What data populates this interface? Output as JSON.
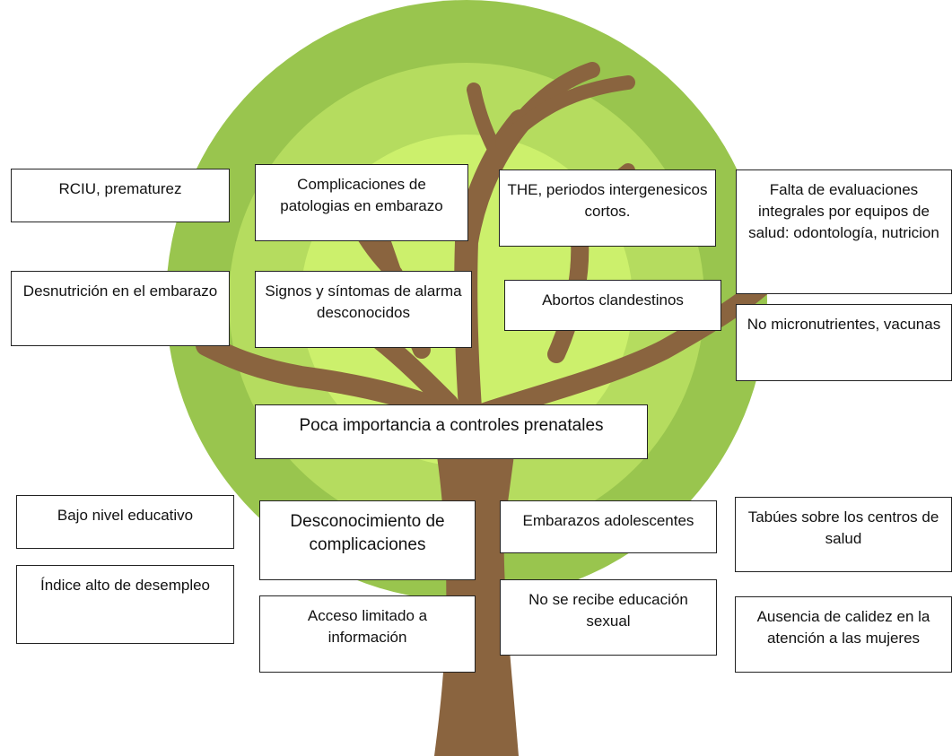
{
  "colors": {
    "outer_canopy": "#99c54e",
    "middle_canopy": "#b5dc5f",
    "inner_canopy": "#ccf06c",
    "trunk": "#8a643f",
    "box_border": "#222222",
    "text": "#111111"
  },
  "problem_tree": {
    "effects": {
      "rciu": "RCIU, prematurez",
      "complicaciones_patologias": "Complicaciones de patologias en embarazo",
      "the_periodos": "THE, periodos intergenesicos cortos.",
      "falta_evaluaciones": "Falta de evaluaciones integrales por equipos de salud: odontología, nutricion",
      "desnutricion": "Desnutrición en el embarazo",
      "signos_sintomas": "Signos y síntomas de alarma desconocidos",
      "abortos": "Abortos clandestinos",
      "no_micronutrientes": "No micronutrientes, vacunas"
    },
    "central_problem": "Poca importancia a controles prenatales",
    "causes": {
      "bajo_nivel": "Bajo nivel educativo",
      "desconocimiento": "Desconocimiento de complicaciones",
      "embarazos_adolescentes": "Embarazos adolescentes",
      "tabues": "Tabúes sobre los centros de salud",
      "indice_desempleo": "Índice alto de desempleo",
      "acceso_limitado": "Acceso limitado a información",
      "educacion_sexual": "No se recibe educación sexual",
      "ausencia_calidez": "Ausencia de calidez en la atención a las mujeres"
    }
  }
}
